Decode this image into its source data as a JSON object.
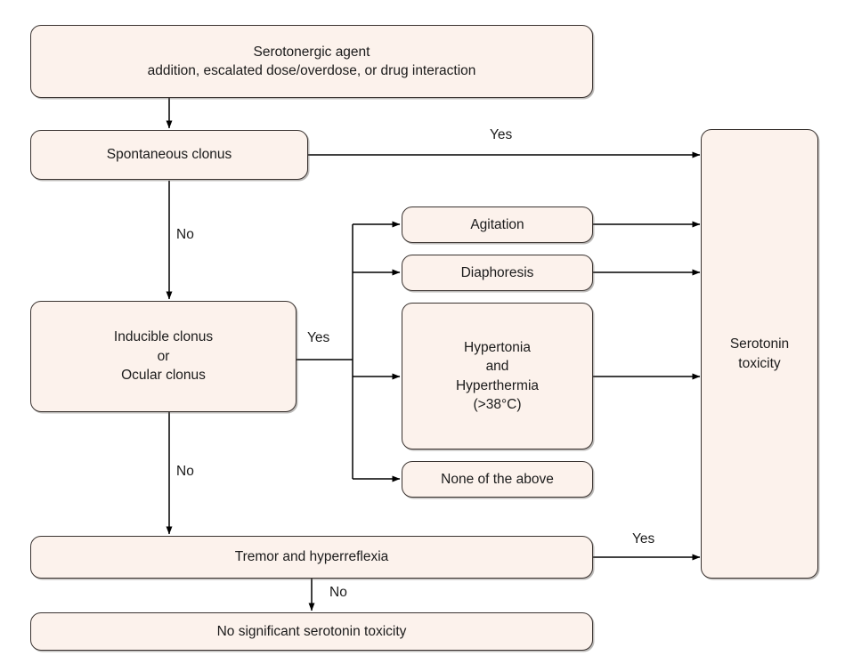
{
  "diagram": {
    "title": "Serotonin toxicity decision flowchart (Hunter Serotonin Toxicity Criteria)",
    "type": "flowchart",
    "colors": {
      "node_fill": "#fcf2ec",
      "node_border": "#3a3330",
      "text": "#1b1b1b",
      "edge": "#000000",
      "background": "#ffffff"
    }
  },
  "nodes": {
    "serotonergic_agent": {
      "label": "Serotonergic agent\naddition, escalated dose/overdose, or drug interaction",
      "line1": "Serotonergic agent",
      "line2": "addition, escalated dose/overdose, or drug interaction"
    },
    "spontaneous_clonus": {
      "label": "Spontaneous clonus"
    },
    "inducible_or_ocular_clonus": {
      "label": "Inducible clonus\nor\nOcular clonus"
    },
    "agitation": {
      "label": "Agitation"
    },
    "diaphoresis": {
      "label": "Diaphoresis"
    },
    "hypertonia_hyperthermia": {
      "label": "Hypertonia\nand\nHyperthermia\n(>38°C)"
    },
    "none_of_the_above": {
      "label": "None of the above"
    },
    "tremor_hyperreflexia": {
      "label": "Tremor and hyperreflexia"
    },
    "serotonin_toxicity": {
      "label": "Serotonin\ntoxicity"
    },
    "no_significant_toxicity": {
      "label": "No significant serotonin toxicity"
    }
  },
  "edge_labels": {
    "spontaneous_yes": "Yes",
    "spontaneous_no": "No",
    "inducible_yes": "Yes",
    "inducible_no": "No",
    "tremor_yes": "Yes",
    "tremor_no": "No"
  },
  "edges": [
    {
      "from": "serotonergic_agent",
      "to": "spontaneous_clonus",
      "label": ""
    },
    {
      "from": "spontaneous_clonus",
      "to": "serotonin_toxicity",
      "label": "Yes"
    },
    {
      "from": "spontaneous_clonus",
      "to": "inducible_or_ocular_clonus",
      "label": "No"
    },
    {
      "from": "inducible_or_ocular_clonus",
      "to": "agitation",
      "label": "Yes"
    },
    {
      "from": "inducible_or_ocular_clonus",
      "to": "diaphoresis",
      "label": "Yes"
    },
    {
      "from": "inducible_or_ocular_clonus",
      "to": "hypertonia_hyperthermia",
      "label": "Yes"
    },
    {
      "from": "inducible_or_ocular_clonus",
      "to": "none_of_the_above",
      "label": "Yes"
    },
    {
      "from": "agitation",
      "to": "serotonin_toxicity",
      "label": ""
    },
    {
      "from": "diaphoresis",
      "to": "serotonin_toxicity",
      "label": ""
    },
    {
      "from": "hypertonia_hyperthermia",
      "to": "serotonin_toxicity",
      "label": ""
    },
    {
      "from": "inducible_or_ocular_clonus",
      "to": "tremor_hyperreflexia",
      "label": "No"
    },
    {
      "from": "tremor_hyperreflexia",
      "to": "serotonin_toxicity",
      "label": "Yes"
    },
    {
      "from": "tremor_hyperreflexia",
      "to": "no_significant_toxicity",
      "label": "No"
    }
  ]
}
